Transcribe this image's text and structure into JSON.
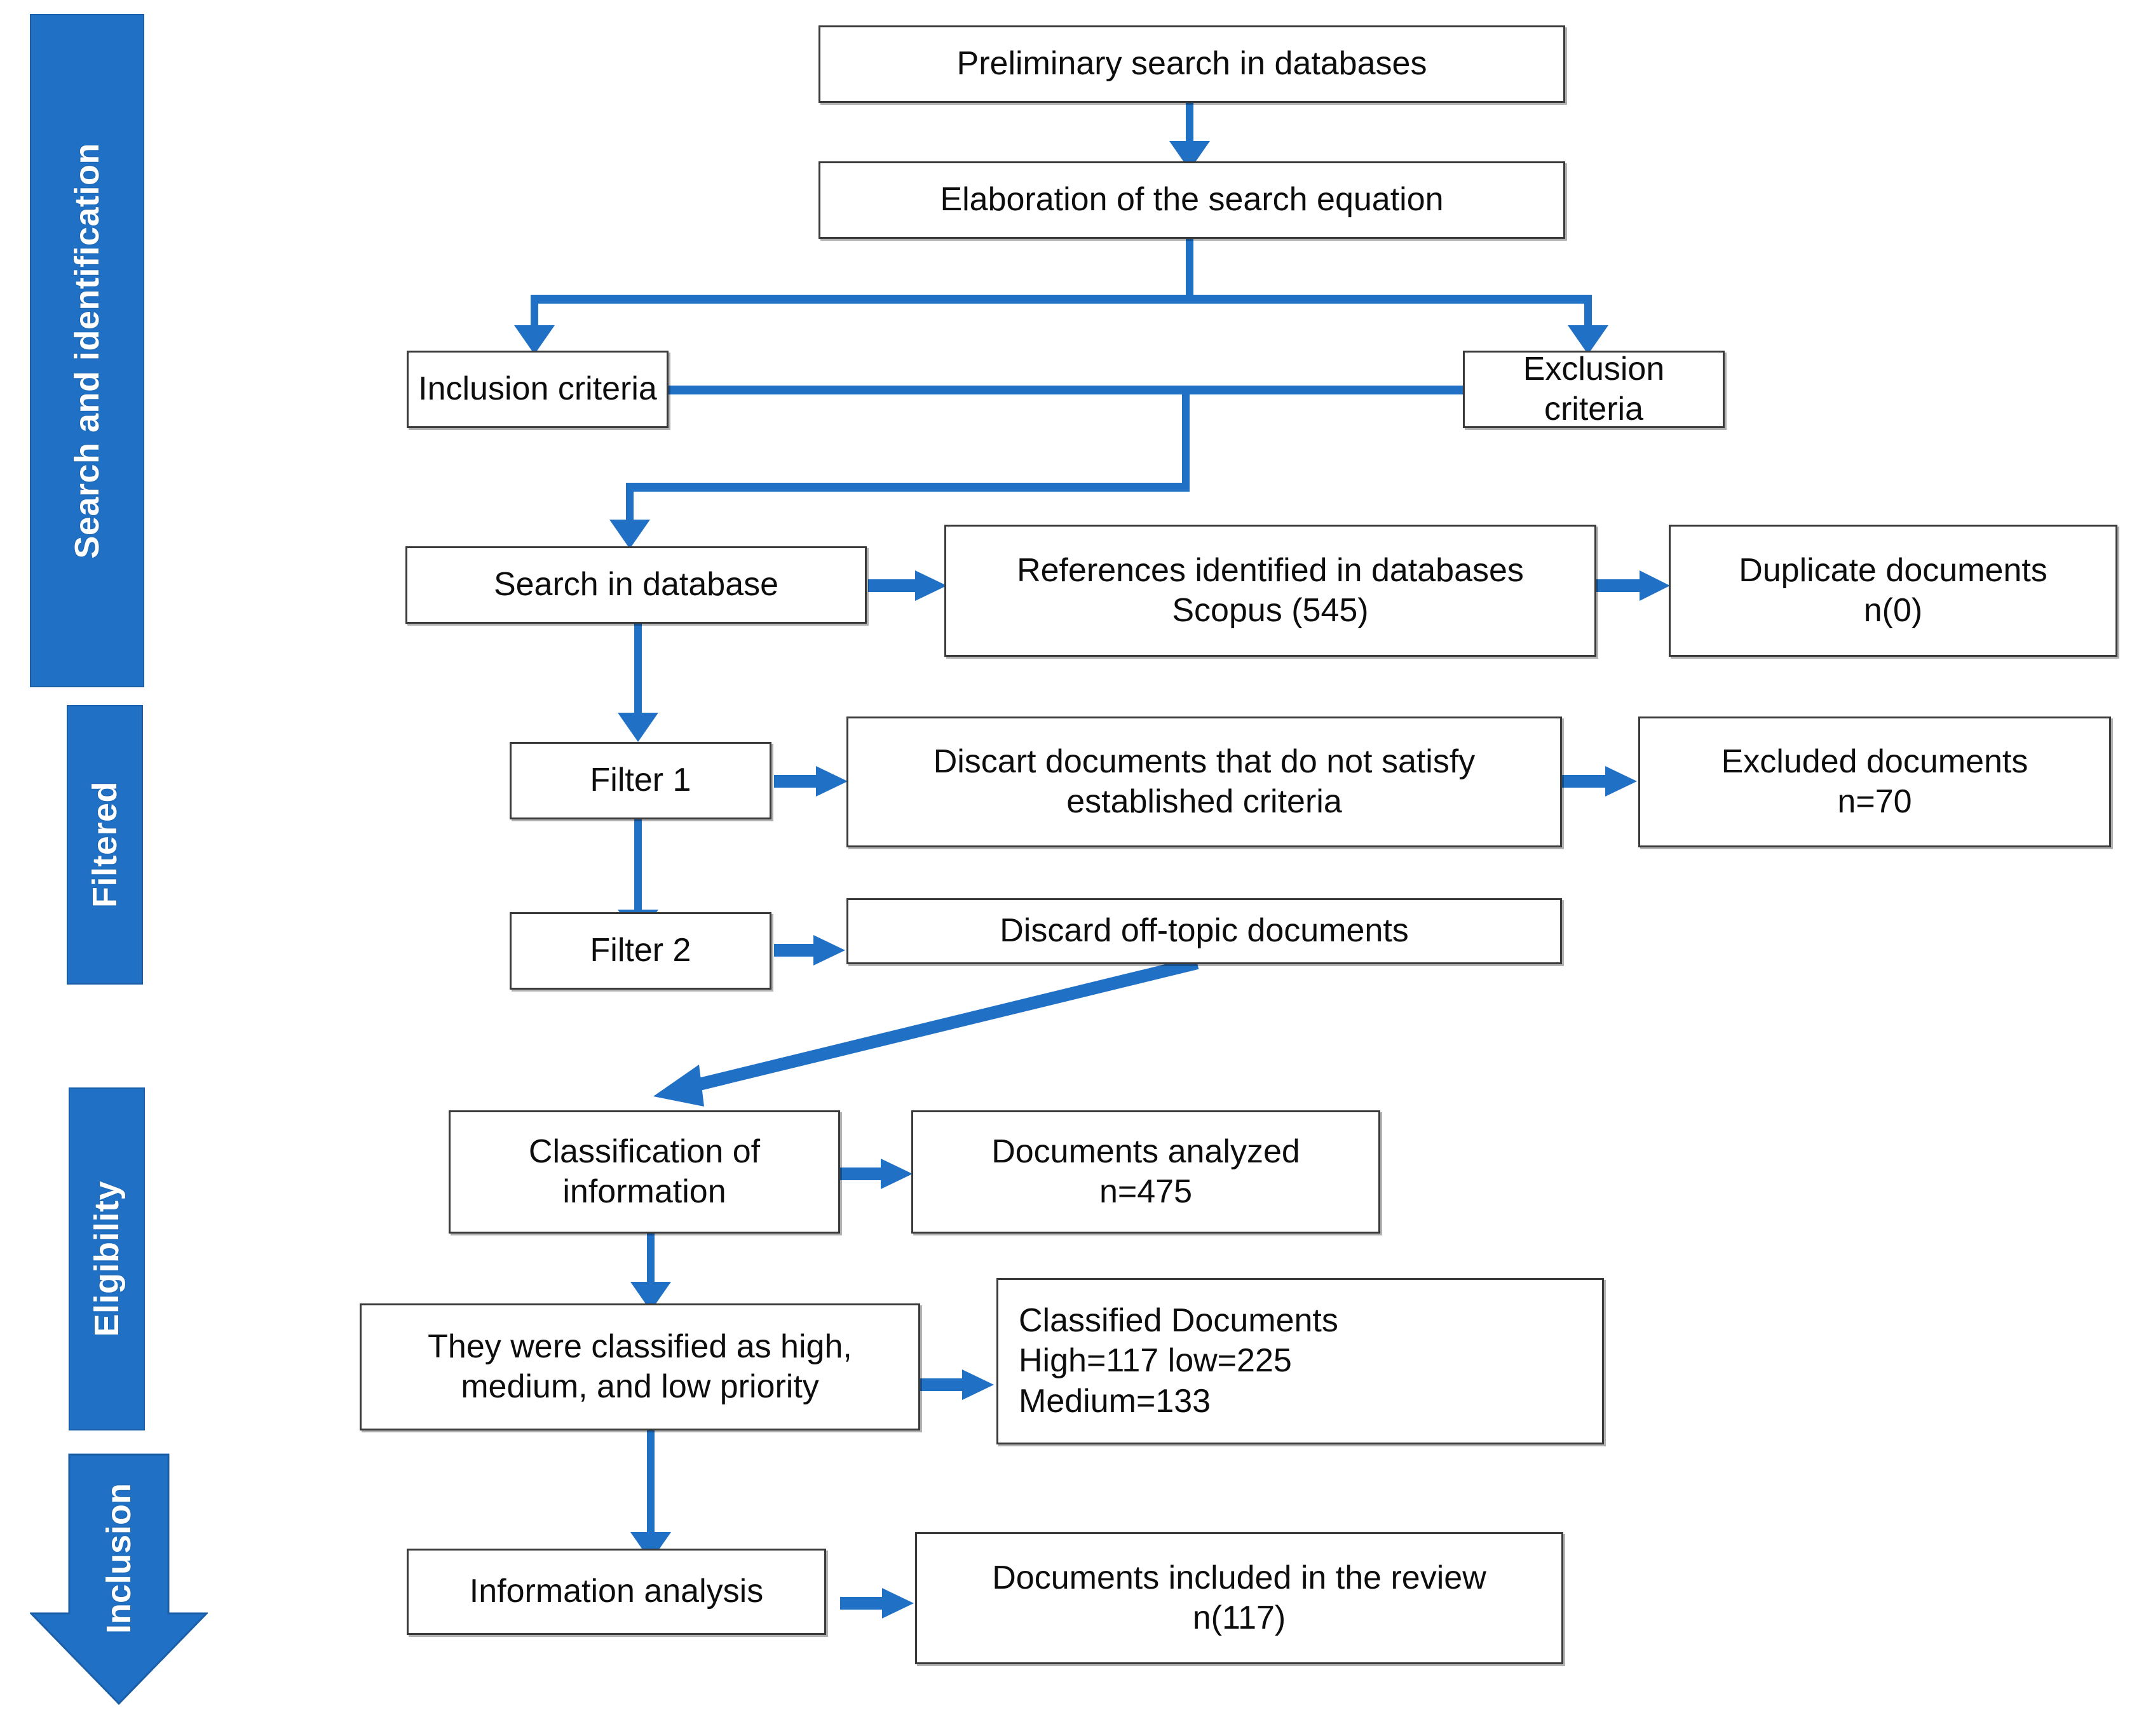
{
  "diagram": {
    "title": "PRISMA-style literature search and selection flowchart",
    "accent_color": "#2071C5",
    "box_border_color": "#3a3a3a",
    "stages": [
      {
        "id": "search-identification",
        "label": "Search and identification"
      },
      {
        "id": "filtered",
        "label": "Filtered"
      },
      {
        "id": "eligibility",
        "label": "Eligibility"
      },
      {
        "id": "inclusion",
        "label": "Inclusion"
      }
    ],
    "nodes": {
      "preliminary_search": "Preliminary search in databases",
      "search_equation": "Elaboration of the search equation",
      "inclusion_criteria": "Inclusion criteria",
      "exclusion_criteria": "Exclusion criteria",
      "search_in_database": "Search in database",
      "references_identified": "References identified in databases\nScopus (545)",
      "duplicate_documents": "Duplicate documents\nn(0)",
      "filter_1": "Filter 1",
      "discart_documents": "Discart documents that do not satisfy\nestablished criteria",
      "excluded_documents": "Excluded documents\nn=70",
      "filter_2": "Filter 2",
      "discard_off_topic": "Discard off-topic documents",
      "classification_information": "Classification of\ninformation",
      "documents_analyzed": "Documents analyzed\nn=475",
      "classified_priority": "They were classified as high,\nmedium, and low priority",
      "classified_documents": "Classified Documents\nHigh=117          low=225\nMedium=133",
      "information_analysis": "Information analysis",
      "documents_included": "Documents included in the review\nn(117)"
    },
    "counts": {
      "scopus_references": 545,
      "duplicates": 0,
      "excluded_filter1": 70,
      "documents_analyzed": 475,
      "high_priority": 117,
      "low_priority": 225,
      "medium_priority": 133,
      "documents_included": 117
    }
  }
}
